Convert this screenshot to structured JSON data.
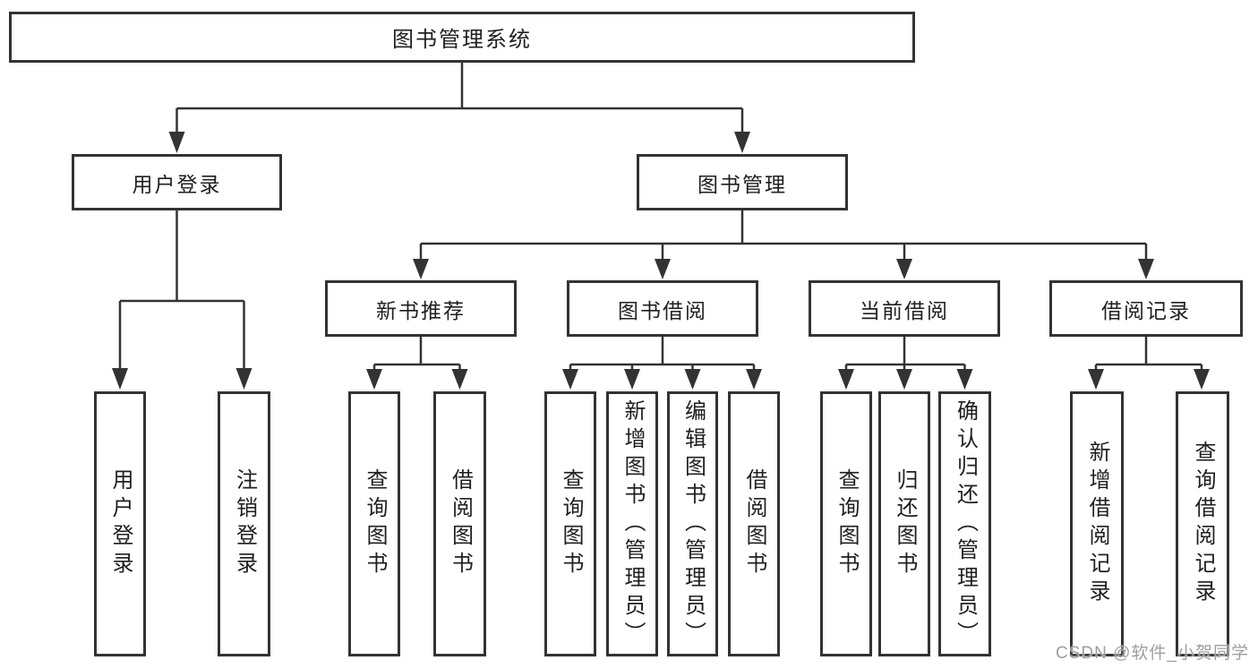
{
  "diagram_type": "hierarchy-tree",
  "colors": {
    "background": "#ffffff",
    "line": "#333333",
    "box_border": "#333333",
    "text": "#1f1f1f",
    "watermark": "#9e9e9e"
  },
  "tree": {
    "root": {
      "label": "图书管理系统",
      "children": [
        {
          "label": "用户登录",
          "children": [
            {
              "label": "用户登录"
            },
            {
              "label": "注销登录"
            }
          ]
        },
        {
          "label": "图书管理",
          "children": [
            {
              "label": "新书推荐",
              "children": [
                {
                  "label": "查询图书"
                },
                {
                  "label": "借阅图书"
                }
              ]
            },
            {
              "label": "图书借阅",
              "children": [
                {
                  "label": "查询图书"
                },
                {
                  "label": "新增图书（管理员）"
                },
                {
                  "label": "编辑图书（管理员）"
                },
                {
                  "label": "借阅图书"
                }
              ]
            },
            {
              "label": "当前借阅",
              "children": [
                {
                  "label": "查询图书"
                },
                {
                  "label": "归还图书"
                },
                {
                  "label": "确认归还（管理员）"
                }
              ]
            },
            {
              "label": "借阅记录",
              "children": [
                {
                  "label": "新增借阅记录"
                },
                {
                  "label": "查询借阅记录"
                }
              ]
            }
          ]
        }
      ]
    }
  },
  "watermark": {
    "text": "CSDN @软件_小贺同学"
  }
}
